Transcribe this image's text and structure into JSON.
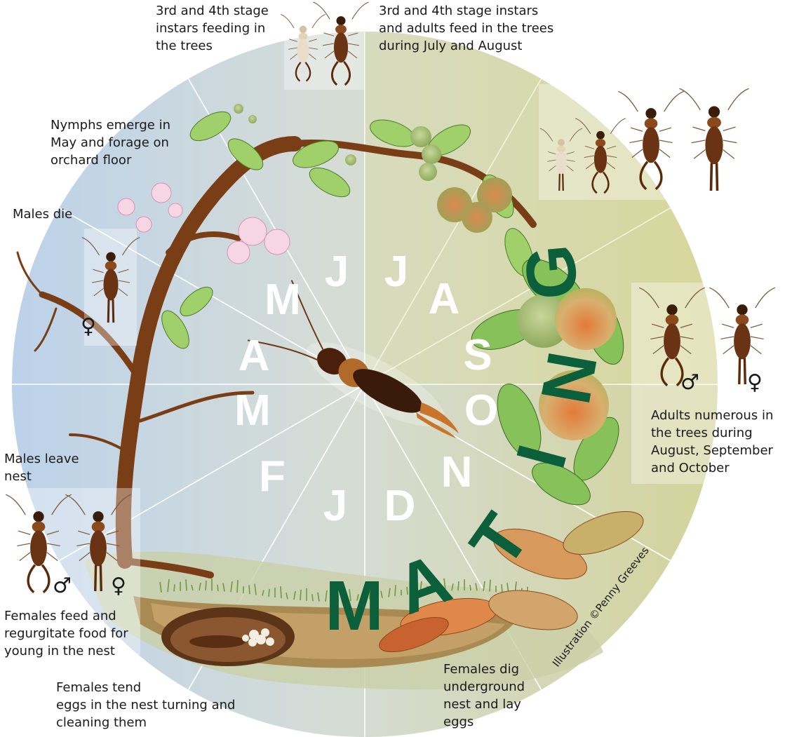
{
  "months": [
    "J",
    "F",
    "M",
    "A",
    "M",
    "J",
    "J",
    "A",
    "S",
    "O",
    "N",
    "D"
  ],
  "mating_letters": [
    "M",
    "A",
    "T",
    "I",
    "N",
    "G"
  ],
  "labels": {
    "instars_feeding": [
      "3rd and 4th stage",
      "instars feeding in",
      "the trees"
    ],
    "instars_adults_july_aug": [
      "3rd and 4th stage instars",
      "and adults feed in the trees",
      "during July and August"
    ],
    "nymphs_emerge": [
      "Nymphs emerge in",
      "May and forage on",
      "orchard floor"
    ],
    "males_die": [
      "Males die"
    ],
    "males_leave": [
      "Males leave",
      "nest"
    ],
    "females_feed": [
      "Females feed and",
      "regurgitate food for",
      "young in the nest"
    ],
    "females_tend": [
      "Females tend",
      "eggs in the nest turning and",
      "cleaning them"
    ],
    "females_dig": [
      "Females dig",
      "underground",
      "nest and lay",
      "eggs"
    ],
    "adults_numerous": [
      "Adults numerous in",
      "the trees during",
      "August, September",
      "and October"
    ]
  },
  "symbols": {
    "male": "♂",
    "female": "♀"
  },
  "credit": "Illustration ©Penny Greeves",
  "colors": {
    "mating": "#0b5f3a",
    "earwig_body": "#5a2e12",
    "tree": "#7a3e16",
    "soil": "#7a4a22"
  }
}
